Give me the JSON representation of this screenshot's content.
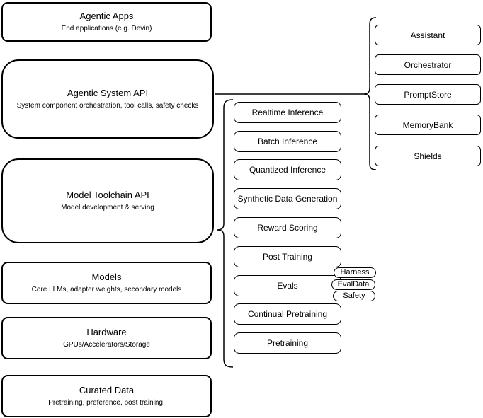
{
  "diagram": {
    "left_column": [
      {
        "title": "Agentic Apps",
        "subtitle": "End applications (e.g. Devin)"
      },
      {
        "title": "Agentic System API",
        "subtitle": "System component orchestration, tool calls, safety checks"
      },
      {
        "title": "Model Toolchain API",
        "subtitle": "Model development & serving"
      },
      {
        "title": "Models",
        "subtitle": "Core LLMs, adapter weights, secondary models"
      },
      {
        "title": "Hardware",
        "subtitle": "GPUs/Accelerators/Storage"
      },
      {
        "title": "Curated Data",
        "subtitle": "Pretraining, preference, post training."
      }
    ],
    "toolchain_items": [
      "Realtime Inference",
      "Batch Inference",
      "Quantized Inference",
      "Synthetic Data Generation",
      "Reward Scoring",
      "Post Training",
      "Evals",
      "Continual Pretraining",
      "Pretraining"
    ],
    "eval_tags": [
      "Harness",
      "EvalData",
      "Safety"
    ],
    "system_components": [
      "Assistant",
      "Orchestrator",
      "PromptStore",
      "MemoryBank",
      "Shields"
    ],
    "colors": {
      "stroke": "#000000",
      "fill": "#ffffff",
      "text": "#000000"
    }
  }
}
